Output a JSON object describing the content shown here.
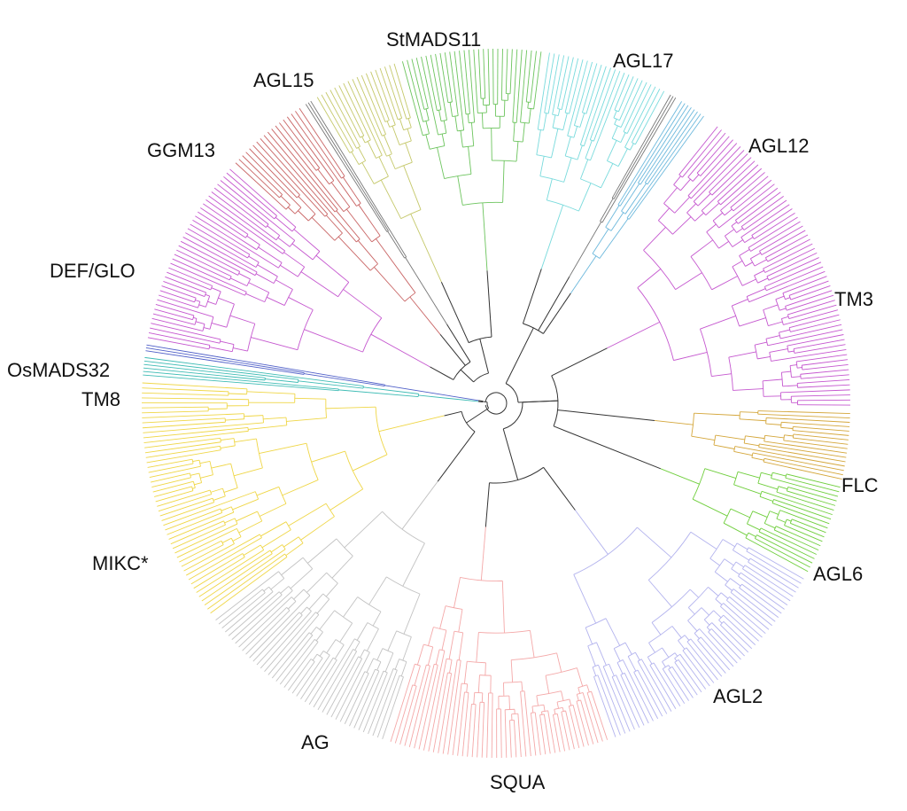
{
  "clades": [
    {
      "id": "tm3",
      "label": "TM3",
      "color": "#c557cf",
      "start": -52,
      "end": 1,
      "tips": 64
    },
    {
      "id": "flc",
      "label": "FLC",
      "color": "#d4a63a",
      "start": 1,
      "end": 13,
      "tips": 16
    },
    {
      "id": "agl6",
      "label": "AGL6",
      "color": "#6fce3c",
      "start": 13,
      "end": 29,
      "tips": 20
    },
    {
      "id": "agl2",
      "label": "AGL2",
      "color": "#b3b3ee",
      "start": 29,
      "end": 71,
      "tips": 50
    },
    {
      "id": "squa",
      "label": "SQUA",
      "color": "#f4a8a8",
      "start": 71,
      "end": 108,
      "tips": 46
    },
    {
      "id": "ag",
      "label": "AG",
      "color": "#c2c2c2",
      "start": 108,
      "end": 143,
      "tips": 42
    },
    {
      "id": "mikc",
      "label": "MIKC*",
      "color": "#efd646",
      "start": 143,
      "end": 184,
      "tips": 50
    },
    {
      "id": "tm8",
      "label": "TM8",
      "color": "#3fbcb5",
      "start": 184,
      "end": 188,
      "tips": 6
    },
    {
      "id": "osmads32",
      "label": "OsMADS32",
      "color": "#4f5fc8",
      "start": 188,
      "end": 190,
      "tips": 3
    },
    {
      "id": "defglo",
      "label": "DEF/GLO",
      "color": "#c557cf",
      "start": 190,
      "end": 222,
      "tips": 40
    },
    {
      "id": "ggm13",
      "label": "GGM13",
      "color": "#c96565",
      "start": 222,
      "end": 237,
      "tips": 18
    },
    {
      "id": "gap1",
      "label": "",
      "color": "#777777",
      "start": 237,
      "end": 239,
      "tips": 3
    },
    {
      "id": "agl15",
      "label": "AGL15",
      "color": "#c5c86a",
      "start": 239,
      "end": 254,
      "tips": 18
    },
    {
      "id": "stmads11",
      "label": "StMADS11",
      "color": "#6cc45d",
      "start": 254,
      "end": 278,
      "tips": 30
    },
    {
      "id": "agl17",
      "label": "AGL17",
      "color": "#78dadc",
      "start": 278,
      "end": 299,
      "tips": 26
    },
    {
      "id": "gap2",
      "label": "",
      "color": "#777777",
      "start": 299,
      "end": 301,
      "tips": 3
    },
    {
      "id": "agl12",
      "label": "AGL12",
      "color": "#6cb8dc",
      "start": 301,
      "end": 306.5,
      "tips": 8
    }
  ],
  "labels": {
    "tm3": "TM3",
    "flc": "FLC",
    "agl6": "AGL6",
    "agl2": "AGL2",
    "squa": "SQUA",
    "ag": "AG",
    "mikc": "MIKC*",
    "tm8": "TM8",
    "osmads32": "OsMADS32",
    "defglo": "DEF/GLO",
    "ggm13": "GGM13",
    "agl15": "AGL15",
    "stmads11": "StMADS11",
    "agl17": "AGL17",
    "agl12": "AGL12"
  },
  "backbone_color": "#333333",
  "background": "#ffffff"
}
